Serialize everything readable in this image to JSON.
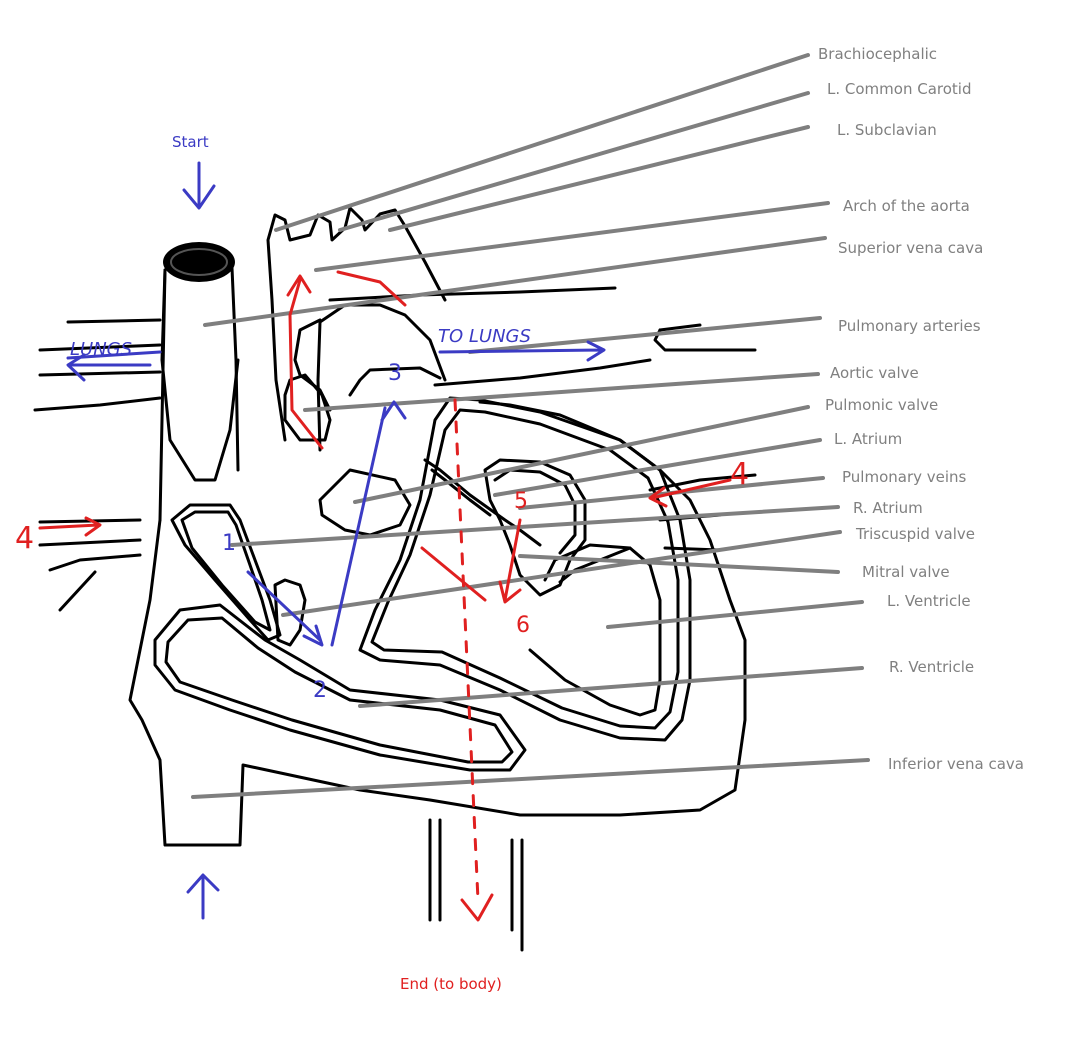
{
  "labels": [
    "Brachiocephalic",
    "L. Common Carotid",
    "L. Subclavian",
    "Arch of the aorta",
    "Superior vena cava",
    "Pulmonary arteries",
    "Aortic valve",
    "Pulmonic valve",
    "L. Atrium",
    "Pulmonary veins",
    "R. Atrium",
    "Triscuspid valve",
    "Mitral valve",
    "L. Ventricle",
    "R. Ventricle",
    "Inferior vena cava"
  ],
  "annotations": {
    "start": "Start",
    "end": "End (to body)",
    "lungs": "LUNGS",
    "to_lungs": "TO LUNGS",
    "step_1_atrium": "1",
    "step_2": "2",
    "step_3": "3",
    "step_4_left": "4",
    "step_4_right": "4",
    "step_5": "5",
    "step_6": "6"
  },
  "colors": {
    "label_gray": "#808080",
    "leader_gray": "#7f7f7f",
    "blue_annotation": "#3b3bc4",
    "red_annotation": "#e02020",
    "outline": "#000000"
  }
}
